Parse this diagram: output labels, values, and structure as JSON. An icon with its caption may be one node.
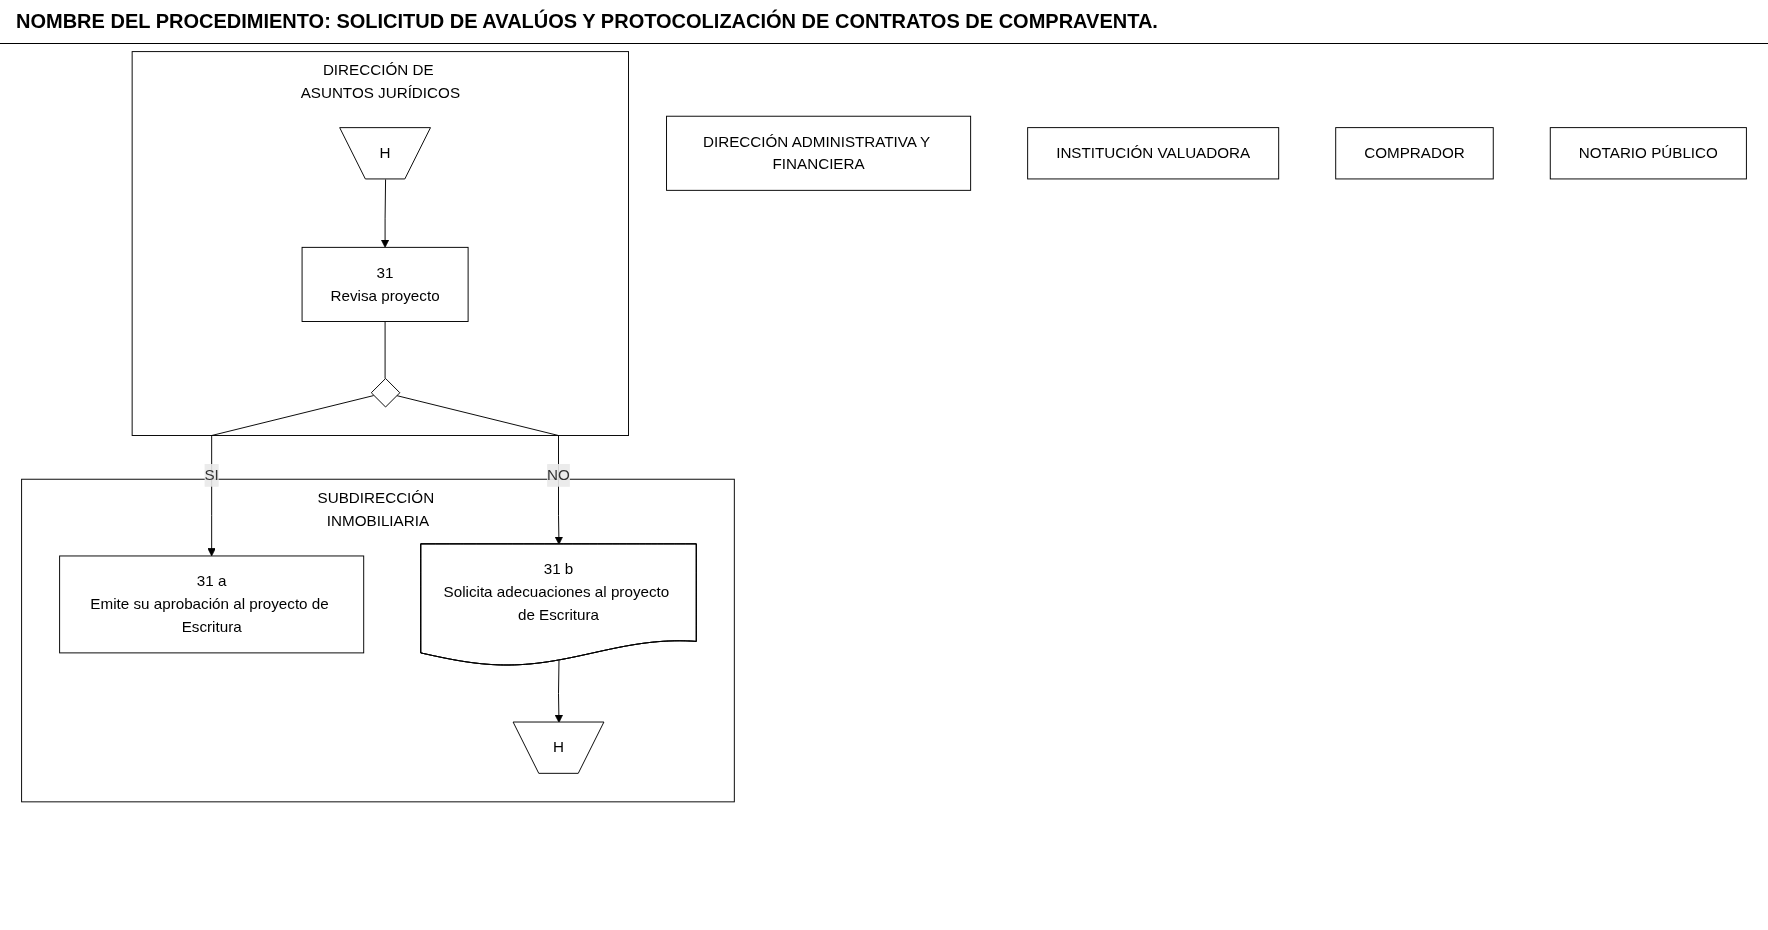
{
  "diagram": {
    "title": "NOMBRE DEL PROCEDIMIENTO:  SOLICITUD DE AVALÚOS Y PROTOCOLIZACIÓN DE CONTRATOS DE COMPRAVENTA.",
    "nodes": [
      {
        "text": [
          "SUBDIRECCIÓN INMOBILIARIA"
        ]
      },
      {
        "text": [
          "DIRECCIÓN DE ASUNTOS JURÍDICOS"
        ]
      },
      {
        "text": [
          "DIRECCIÓN ADMINISTRATIVA Y FINANCIERA"
        ]
      },
      {
        "text": [
          "INSTITUCIÓN VALUADORA"
        ]
      },
      {
        "text": [
          "COMPRADOR"
        ]
      },
      {
        "text": [
          "NOTARIO PÚBLICO"
        ]
      },
      {
        "text": [
          "H"
        ],
        "in": 1
      },
      {
        "text": [
          "31",
          "Revisa proyecto"
        ],
        "in": 1
      },
      {
        "text": [],
        "shape": "diamond",
        "in": 1
      },
      {
        "text": [
          "31 a",
          "Emite su aprobación al proyecto de Escritura"
        ],
        "in": 0
      },
      {
        "text": [
          "31 b",
          "Solicita adecuaciones al proyecto de Escritura"
        ],
        "in": 0
      },
      {
        "text": [
          "H"
        ],
        "in": 0
      }
    ],
    "edges": [
      {
        "from": 6,
        "to": 7,
        "arrow": "to"
      },
      {
        "from": 7,
        "to": 8,
        "arrow": "none"
      },
      {
        "from": 8,
        "to": 9,
        "arrow": "to",
        "label": "SI"
      },
      {
        "from": 8,
        "to": 10,
        "arrow": "to",
        "label": "NO"
      },
      {
        "from": 10,
        "to": 11,
        "arrow": "to"
      }
    ]
  }
}
